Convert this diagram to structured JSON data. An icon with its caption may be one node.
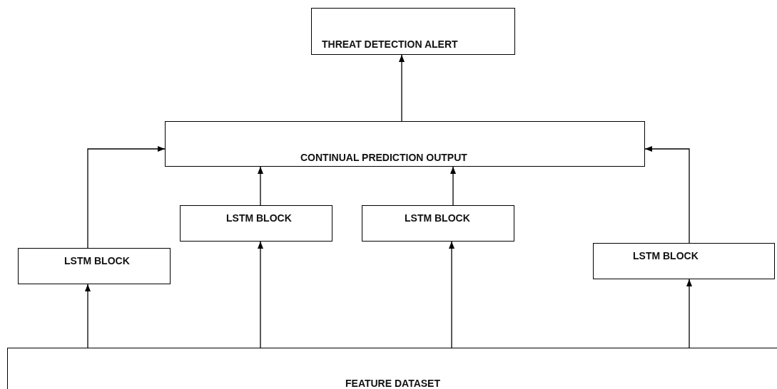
{
  "diagram": {
    "nodes": [
      {
        "text": [
          "THREAT DETECTION ALERT"
        ]
      },
      {
        "text": [
          "CONTINUAL PREDICTION OUTPUT"
        ]
      },
      {
        "text": [
          "LSTM BLOCK"
        ]
      },
      {
        "text": [
          "LSTM BLOCK"
        ]
      },
      {
        "text": [
          "LSTM BLOCK"
        ]
      },
      {
        "text": [
          "LSTM BLOCK"
        ]
      },
      {
        "text": [
          "FEATURE DATASET"
        ]
      }
    ],
    "edges": [
      {
        "from": 6,
        "to": 4,
        "arrow": "to"
      },
      {
        "from": 6,
        "to": 2,
        "arrow": "to"
      },
      {
        "from": 6,
        "to": 3,
        "arrow": "to"
      },
      {
        "from": 6,
        "to": 5,
        "arrow": "to"
      },
      {
        "from": 4,
        "to": 1,
        "arrow": "to"
      },
      {
        "from": 2,
        "to": 1,
        "arrow": "to"
      },
      {
        "from": 3,
        "to": 1,
        "arrow": "to"
      },
      {
        "from": 5,
        "to": 1,
        "arrow": "to"
      },
      {
        "from": 1,
        "to": 0,
        "arrow": "to"
      }
    ]
  }
}
